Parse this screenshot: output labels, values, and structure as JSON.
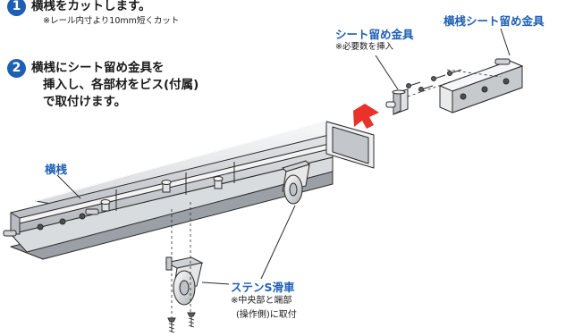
{
  "colors": {
    "accent": "#1e5fb4",
    "arrow": "#e8322a",
    "metal_light": "#eef0f1",
    "metal_mid": "#c9ccd0",
    "metal_dark": "#8f949a"
  },
  "steps": [
    {
      "number": "1",
      "text": "横桟をカットします。",
      "note": "※レール内寸より10mm短くカット"
    },
    {
      "number": "2",
      "lines": [
        "横桟にシート留め金具を",
        "挿入し、各部材をビス(付属)",
        "で取付けます。"
      ]
    }
  ],
  "labels": {
    "rail": "横桟",
    "sheet_clip": "シート留め金具",
    "sheet_clip_note": "※必要数を挿入",
    "rail_sheet_clip": "横桟シート留め金具",
    "caster": "ステンS滑車",
    "caster_note_lines": [
      "※中央部と端部",
      "(操作側)に取付"
    ]
  },
  "icons": [
    "insert-arrow-icon",
    "screw-icon",
    "caster-wheel-icon"
  ]
}
